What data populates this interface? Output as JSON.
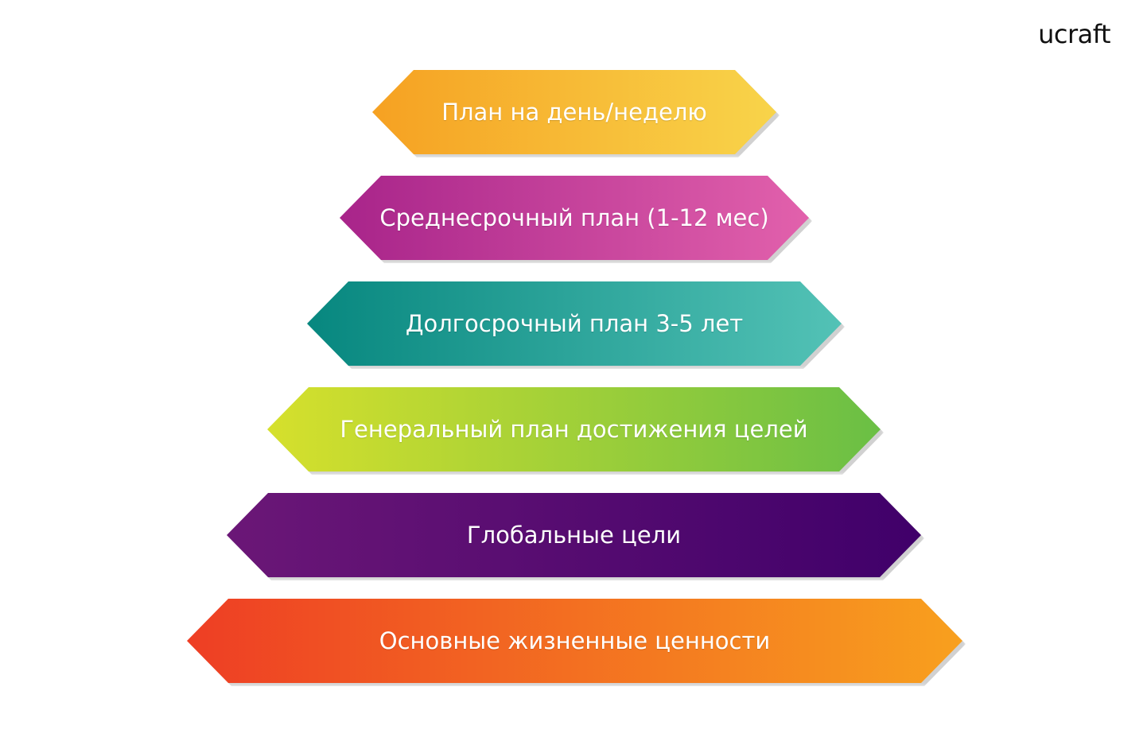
{
  "brand": {
    "logo_text": "ucraft"
  },
  "pyramid": {
    "tiers": [
      {
        "label": "План на день/неделю",
        "color_start": "#f6a122",
        "color_end": "#f8d44a"
      },
      {
        "label": "Среднесрочный план (1-12 мес)",
        "color_start": "#a8248a",
        "color_end": "#e261ac"
      },
      {
        "label": "Долгосрочный план 3-5 лет",
        "color_start": "#07877f",
        "color_end": "#53c2b6"
      },
      {
        "label": "Генеральный план достижения целей",
        "color_start": "#d6e02c",
        "color_end": "#6abf45"
      },
      {
        "label": "Глобальные цели",
        "color_start": "#6b1777",
        "color_end": "#40006a"
      },
      {
        "label": "Основные жизненные ценности",
        "color_start": "#ee3e24",
        "color_end": "#f8a01e"
      }
    ]
  }
}
